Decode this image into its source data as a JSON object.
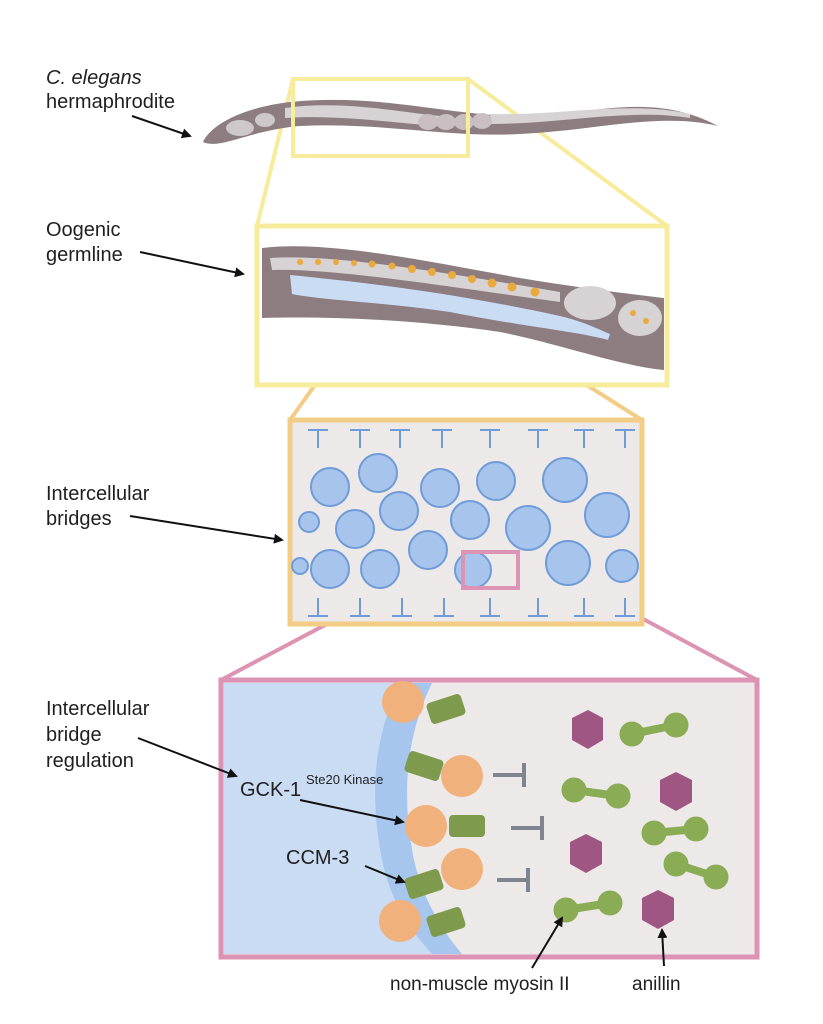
{
  "labels": {
    "species_line1": "C. elegans",
    "species_line2": "hermaphrodite",
    "germline_line1": "Oogenic",
    "germline_line2": "germline",
    "bridges_line1": "Intercellular",
    "bridges_line2": "bridges",
    "regulation_line1": "Intercellular",
    "regulation_line2": "bridge",
    "regulation_line3": "regulation",
    "gck1": "GCK-1",
    "gck1_superscript": "Ste20 Kinase",
    "ccm3": "CCM-3",
    "myosin": "non-muscle myosin II",
    "anillin": "anillin"
  },
  "colors": {
    "zoom1_yellow": "#f7ec9b",
    "zoom2_orange": "#f3cc86",
    "zoom3_pink": "#dc93b4",
    "worm_body": "#8d7d80",
    "germ_gray": "#d7d3d4",
    "nucleus_blue": "#a7c5ec",
    "nucleus_outline": "#6f9bd8",
    "oocyte_orange": "#ebaa3c",
    "gck1_orange": "#f1b17c",
    "ccm3_green": "#7e9a4d",
    "myosin_green": "#8aac55",
    "anillin_purple": "#a05683",
    "membrane_blue": "#a6c6ee",
    "cytoplasm_blue": "#c9dcf4",
    "background_gray": "#ede9e9",
    "inhibitor_gray": "#7e8590"
  }
}
